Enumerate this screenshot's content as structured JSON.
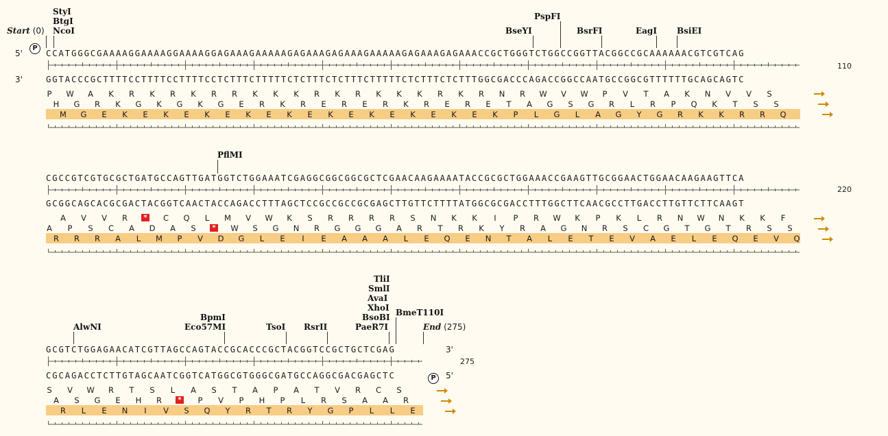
{
  "start_label": "Start",
  "start_pos": "(0)",
  "end_label": "End",
  "end_pos": "(275)",
  "promoter_symbol": "P",
  "strand_labels": {
    "five": "5'",
    "three": "3'"
  },
  "blocks": [
    {
      "top": "CCATGGGCGAAAAGGAAAAGGAAAAGGAGAAAGAAAAAGAGAAAGAGAAAGAAAAAGAGAAAGAGAAACCGCTGGGTCTGGCCGGTTACGGCCGCAAAAAACGTCGTCAG",
      "bottom": "GGTACCCGCTTTTCCTTTTCCTTTTCCTCTTTCTTTTTCTCTTTCTCTTTCTTTTTCTCTTTCTCTTTGGCGACCCAGACCGGCCAATGCCGGCGTTTTTTGCAGCAGTC",
      "end_num": "110",
      "frames": [
        "P W A K R K R K R R K K K R K R K K K R K R N R W V W P V T A K N V V S",
        "H G R K G K G K G E R K R E R E R K R E R E T A G S G R L R P Q K T S S",
        "M G E K E K E K E K E K E K E K E K E K E K P L G L A G Y G R K K R R Q"
      ],
      "enzymes": [
        "StyI",
        "BtgI",
        "NcoI",
        "PspFI",
        "BseYI",
        "BsrFI",
        "EagI",
        "BsiEI"
      ]
    },
    {
      "top": "CGCCGTCGTGCGCTGATGCCAGTTGATGGTCTGGAAATCGAGGCGGCGGCGCTCGAACAAGAAAATACCGCGCTGGAAACCGAAGTTGCGGAACTGGAACAAGAAGTTCA",
      "bottom": "GCGGCAGCACGCGACTACGGTCAACTACCAGACCTTTAGCTCCGCCGCCGCGAGCTTGTTCTTTTATGGCGCGACCTTTGGCTTCAACGCCTTGACCTTGTTCTTCAAGT",
      "end_num": "220",
      "frames": [
        "A V V R * C Q L M V W K S R R R R S N K K I P R W K P K L R N W N K K F",
        "A P S C A D A S * W S G N R G G G A R T R K Y R A G N R S C G T G T R S S",
        "R R R A L M P V D G L E I E A A A L E Q E N T A L E T E V A E L E Q E V Q"
      ],
      "enzymes": [
        "PflMI"
      ]
    },
    {
      "top": "GCGTCTGGAGAACATCGTTAGCCAGTACCGCACCCGCTACGGTCCGCTGCTCGAG",
      "bottom": "CGCAGACCTCTTGTAGCAATCGGTCATGGCGTGGGCGATGCCAGGCGACGAGCTC",
      "end_num": "275",
      "frames": [
        "S V W R T S L A S T A P A T V R C S",
        "A S G E H R * P V P H P L R S A A R",
        "R L E N I V S Q Y R T R Y G P L L E"
      ],
      "enzymes": [
        "AlwNI",
        "BpmI",
        "Eco57MI",
        "TsoI",
        "RsrII",
        "TliI",
        "SmlI",
        "AvaI",
        "XhoI",
        "BsoBI",
        "PaeR7I",
        "BmeT110I"
      ]
    }
  ],
  "colors": {
    "orf_highlight": "#f7cc85",
    "stop_codon": "#e02020",
    "arrow": "#d08a00"
  }
}
